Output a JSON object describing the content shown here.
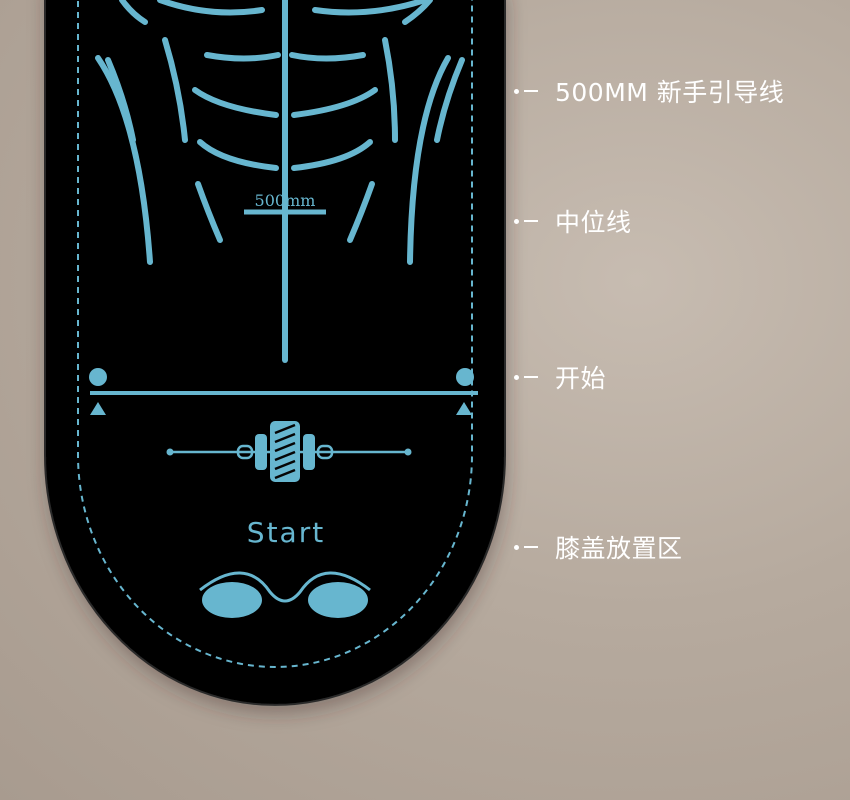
{
  "mat": {
    "distance_label": "500mm",
    "start_label": "Start"
  },
  "callouts": [
    {
      "label": "500MM 新手引导线"
    },
    {
      "label": "中位线"
    },
    {
      "label": "开始"
    },
    {
      "label": "膝盖放置区"
    }
  ],
  "colors": {
    "mat": "#000000",
    "guide_blue": "#67b6cf",
    "callout_text": "#ffffff",
    "background": "#b8ada2"
  }
}
